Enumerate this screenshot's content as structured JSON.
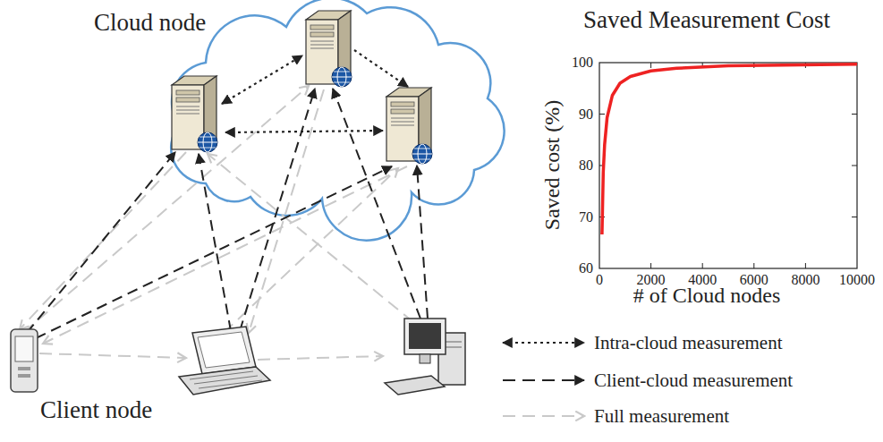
{
  "diagram": {
    "nodes": [
      {
        "text": [
          "Cloud node"
        ]
      }
    ],
    "labels": [
      "Saved Measurement Cost",
      "100",
      "90",
      "80",
      "70",
      "60",
      "0",
      "2000",
      "4000",
      "6000",
      "8000",
      "10000",
      "Saved cost (%)",
      "# of Cloud nodes",
      "Client node"
    ],
    "legend": [
      {
        "text": "Intra-cloud measurement"
      },
      {
        "text": "Client-cloud measurement"
      },
      {
        "text": "Full measurement"
      }
    ]
  }
}
